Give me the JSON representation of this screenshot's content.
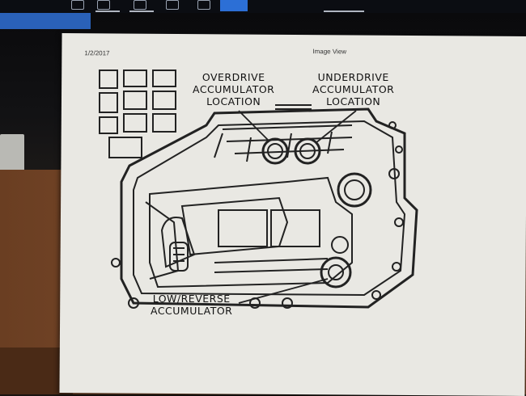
{
  "header": {
    "date": "1/2/2017",
    "title": "Image View"
  },
  "labels": {
    "overdrive": [
      "OVERDRIVE",
      "ACCUMULATOR",
      "LOCATION"
    ],
    "underdrive": [
      "UNDERDRIVE",
      "ACCUMULATOR",
      "LOCATION"
    ],
    "low_reverse": [
      "LOW/REVERSE",
      "ACCUMULATOR"
    ]
  }
}
